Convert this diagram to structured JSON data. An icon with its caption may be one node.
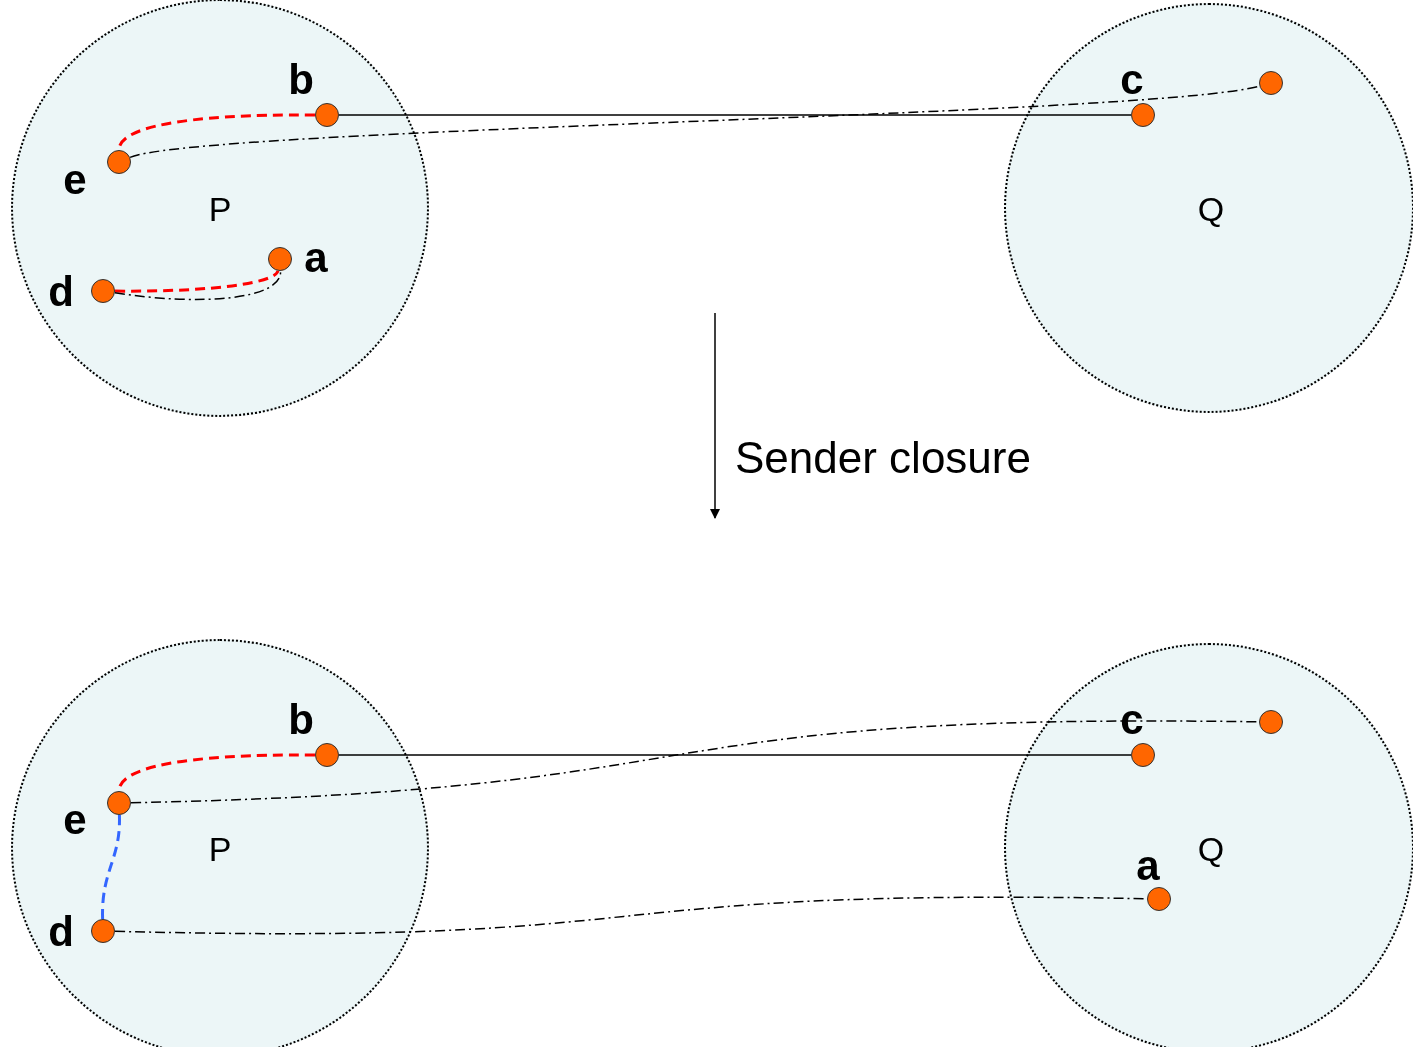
{
  "diagram": {
    "nodes": [
      {
        "text": [
          "P"
        ]
      },
      {
        "text": [],
        "shape": "circle",
        "beside": [
          "b"
        ],
        "in": 0
      },
      {
        "text": [],
        "shape": "circle",
        "beside": [
          "e"
        ],
        "in": 0
      },
      {
        "text": [],
        "shape": "circle",
        "beside": [
          "a"
        ],
        "in": 0
      },
      {
        "text": [],
        "shape": "circle",
        "beside": [
          "d"
        ],
        "in": 0
      },
      {
        "text": [
          "Q"
        ]
      },
      {
        "text": [],
        "shape": "circle",
        "beside": [
          "c"
        ],
        "in": 5
      },
      {
        "text": [],
        "shape": "circle",
        "in": 5
      },
      {
        "text": [
          "P"
        ]
      },
      {
        "text": [],
        "shape": "circle",
        "beside": [
          "b"
        ],
        "in": 8
      },
      {
        "text": [],
        "shape": "circle",
        "beside": [
          "e"
        ],
        "in": 8
      },
      {
        "text": [],
        "shape": "circle",
        "beside": [
          "d"
        ],
        "in": 8
      },
      {
        "text": [
          "Q"
        ]
      },
      {
        "text": [],
        "shape": "circle",
        "beside": [
          "c"
        ],
        "in": 12
      },
      {
        "text": [],
        "shape": "circle",
        "in": 12
      },
      {
        "text": [],
        "shape": "circle",
        "beside": [
          "a"
        ],
        "in": 12
      }
    ],
    "edges": [
      {
        "from": 1,
        "to": 2,
        "arrow": "none",
        "style": "dashed",
        "color": "#ff0000"
      },
      {
        "from": 1,
        "to": 6,
        "arrow": "none"
      },
      {
        "from": 2,
        "to": 7,
        "arrow": "none",
        "style": "dashed"
      },
      {
        "from": 4,
        "to": 3,
        "arrow": "none",
        "style": "dashed",
        "color": "#ff0000"
      },
      {
        "from": 4,
        "to": 3,
        "arrow": "none",
        "style": "dashed"
      },
      {
        "from": 9,
        "to": 10,
        "arrow": "none",
        "style": "dashed",
        "color": "#ff0000"
      },
      {
        "from": 10,
        "to": 11,
        "arrow": "none",
        "style": "dashed",
        "color": "#3366ff"
      },
      {
        "from": 9,
        "to": 13,
        "arrow": "none"
      },
      {
        "from": 10,
        "to": 14,
        "arrow": "none",
        "style": "dashed"
      },
      {
        "from": 11,
        "to": 15,
        "arrow": "none",
        "style": "dashed"
      }
    ],
    "labels": [
      "Sender closure"
    ]
  }
}
